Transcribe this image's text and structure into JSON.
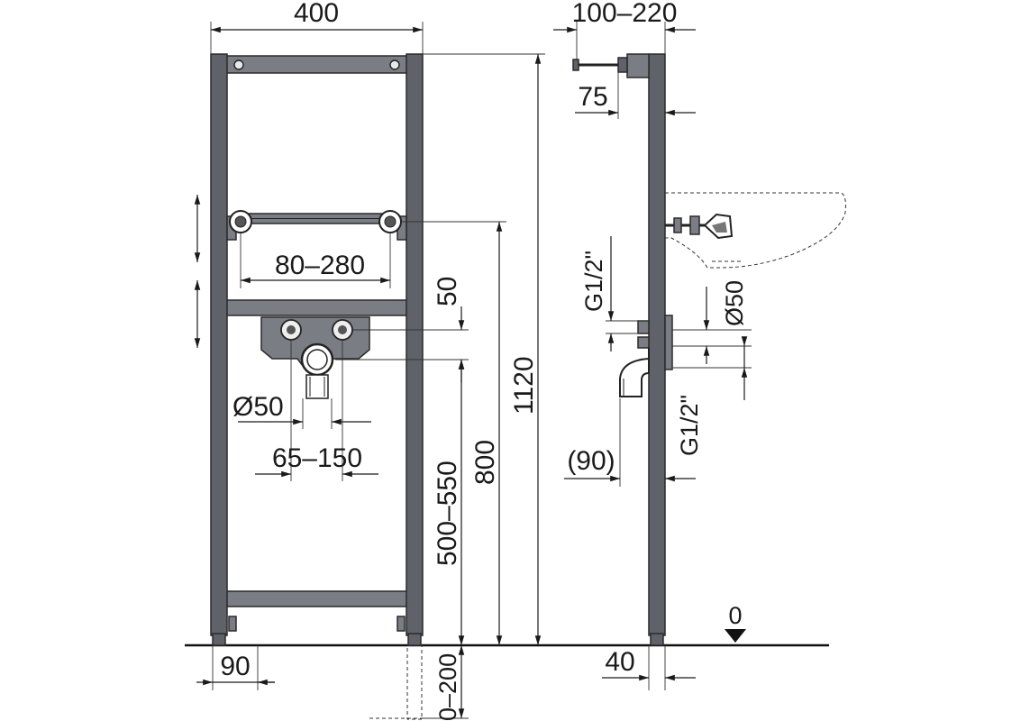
{
  "front_view": {
    "total_width": "400",
    "crossbar_spacing": "80–280",
    "height_offset": "50",
    "drain_diameter": "Ø50",
    "drain_spacing": "65–150",
    "mount_height": "500–550",
    "connection_height": "800",
    "total_height": "1120",
    "foot_width": "90",
    "foot_adjust": "0–200"
  },
  "side_view": {
    "depth_range": "100–220",
    "bracket_depth": "75",
    "thread_top": "G1/2\"",
    "drain_diameter": "Ø50",
    "thread_bottom": "G1/2\"",
    "drain_depth": "(90)",
    "floor_level": "0",
    "foot_depth": "40"
  }
}
